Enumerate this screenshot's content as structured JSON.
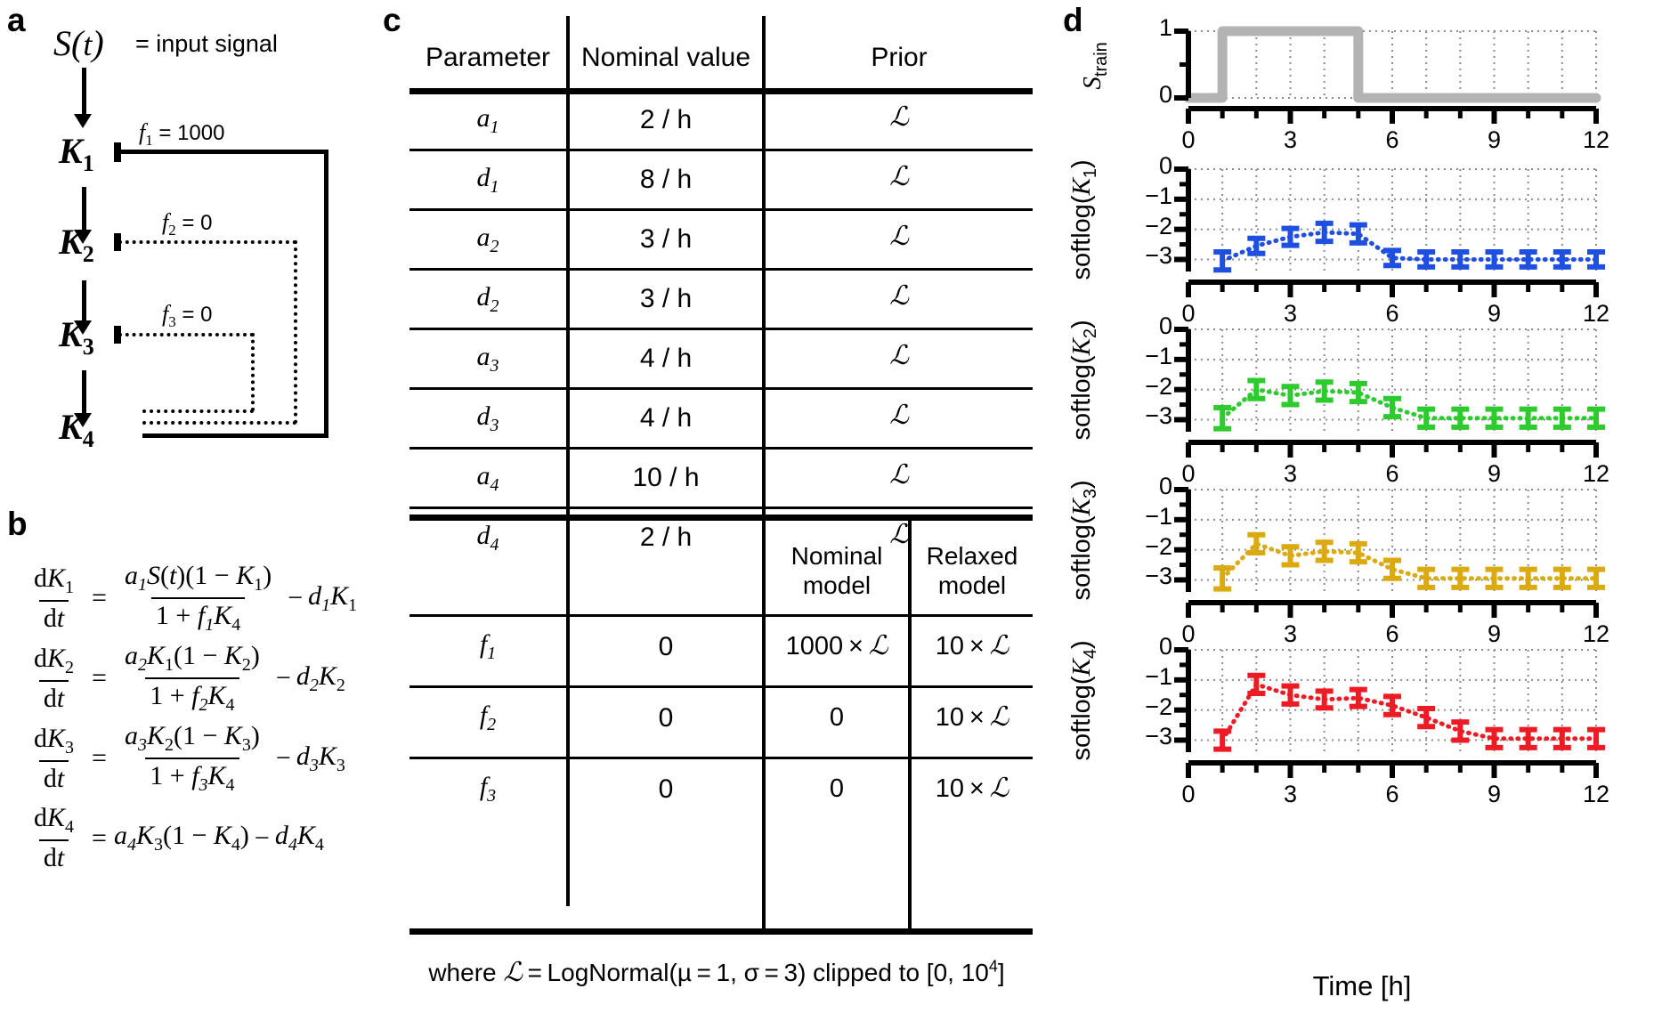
{
  "panels": {
    "a": {
      "letter": "a",
      "input_label": "= input signal",
      "input_symbol": "S(t)",
      "nodes": [
        "K1",
        "K2",
        "K3",
        "K4"
      ],
      "feedbacks": [
        {
          "name": "f1",
          "value": "1000",
          "text": "f1 = 1000"
        },
        {
          "name": "f2",
          "value": "0",
          "text": "f2 = 0"
        },
        {
          "name": "f3",
          "value": "0",
          "text": "f3 = 0"
        }
      ]
    },
    "b": {
      "letter": "b",
      "equations": [
        "dK1/dt = a1 S(t)(1 - K1) / (1 + f1 K4) - d1 K1",
        "dK2/dt = a2 K1(1 - K2) / (1 + f2 K4) - d2 K2",
        "dK3/dt = a3 K2(1 - K3) / (1 + f3 K4) - d3 K3",
        "dK4/dt = a4 K3(1 - K4) - d4 K4"
      ]
    },
    "c": {
      "letter": "c",
      "headers": [
        "Parameter",
        "Nominal value",
        "Prior"
      ],
      "sub_headers": [
        "Nominal model",
        "Relaxed model"
      ],
      "rows": [
        {
          "param": "a",
          "idx": "1",
          "nominal": "2 / h",
          "prior": "L"
        },
        {
          "param": "d",
          "idx": "1",
          "nominal": "8 / h",
          "prior": "L"
        },
        {
          "param": "a",
          "idx": "2",
          "nominal": "3 / h",
          "prior": "L"
        },
        {
          "param": "d",
          "idx": "2",
          "nominal": "3 / h",
          "prior": "L"
        },
        {
          "param": "a",
          "idx": "3",
          "nominal": "4 / h",
          "prior": "L"
        },
        {
          "param": "d",
          "idx": "3",
          "nominal": "4 / h",
          "prior": "L"
        },
        {
          "param": "a",
          "idx": "4",
          "nominal": "10 / h",
          "prior": "L"
        },
        {
          "param": "d",
          "idx": "4",
          "nominal": "2 / h",
          "prior": "L"
        }
      ],
      "f_rows": [
        {
          "param": "f",
          "idx": "1",
          "nominal": "0",
          "nominal_model": "1000 × L",
          "relaxed_model": "10 × L"
        },
        {
          "param": "f",
          "idx": "2",
          "nominal": "0",
          "nominal_model": "0",
          "relaxed_model": "10 × L"
        },
        {
          "param": "f",
          "idx": "3",
          "nominal": "0",
          "nominal_model": "0",
          "relaxed_model": "10 × L"
        }
      ],
      "caption": "where L = LogNormal(μ = 1, σ = 3) clipped to [0, 10⁴]"
    },
    "d": {
      "letter": "d",
      "xaxis_title": "Time [h]"
    }
  },
  "chart_data": [
    {
      "type": "line",
      "name": "S_train",
      "ylabel": "S_train",
      "xlabel": "",
      "xlim": [
        0,
        12
      ],
      "ylim": [
        0,
        1
      ],
      "xticks": [
        0,
        3,
        6,
        9,
        12
      ],
      "yticks": [
        0,
        1
      ],
      "minor_xticks": [
        1,
        2,
        4,
        5,
        7,
        8,
        10,
        11
      ],
      "grid": true,
      "color": "#b3b3b3",
      "x": [
        0,
        1,
        1,
        5,
        5,
        12
      ],
      "y": [
        0,
        0,
        1,
        1,
        0,
        0
      ]
    },
    {
      "type": "scatter",
      "name": "softlog(K1)",
      "ylabel": "softlog(K1)",
      "xlabel": "",
      "xlim": [
        0,
        12
      ],
      "ylim": [
        -3.4,
        0
      ],
      "xticks": [
        0,
        3,
        6,
        9,
        12
      ],
      "yticks": [
        0,
        -1,
        -2,
        -3
      ],
      "grid": true,
      "color": "#1f4fe0",
      "x": [
        1,
        2,
        3,
        4,
        5,
        6,
        7,
        8,
        9,
        10,
        11,
        12
      ],
      "y": [
        -3.05,
        -2.55,
        -2.25,
        -2.1,
        -2.15,
        -2.95,
        -3.0,
        -3.0,
        -3.0,
        -3.0,
        -3.0,
        -3.0
      ],
      "yerr": [
        0.3,
        0.25,
        0.28,
        0.3,
        0.3,
        0.25,
        0.25,
        0.25,
        0.25,
        0.25,
        0.25,
        0.25
      ]
    },
    {
      "type": "scatter",
      "name": "softlog(K2)",
      "ylabel": "softlog(K2)",
      "xlabel": "",
      "xlim": [
        0,
        12
      ],
      "ylim": [
        -3.4,
        0
      ],
      "xticks": [
        0,
        3,
        6,
        9,
        12
      ],
      "yticks": [
        0,
        -1,
        -2,
        -3
      ],
      "grid": true,
      "color": "#2ecb2e",
      "x": [
        1,
        2,
        3,
        4,
        5,
        6,
        7,
        8,
        9,
        10,
        11,
        12
      ],
      "y": [
        -2.95,
        -2.0,
        -2.2,
        -2.05,
        -2.1,
        -2.6,
        -2.95,
        -2.95,
        -2.95,
        -2.95,
        -2.95,
        -2.95
      ],
      "yerr": [
        0.35,
        0.3,
        0.3,
        0.3,
        0.3,
        0.3,
        0.3,
        0.3,
        0.3,
        0.3,
        0.3,
        0.3
      ]
    },
    {
      "type": "scatter",
      "name": "softlog(K3)",
      "ylabel": "softlog(K3)",
      "xlabel": "",
      "xlim": [
        0,
        12
      ],
      "ylim": [
        -3.4,
        0
      ],
      "xticks": [
        0,
        3,
        6,
        9,
        12
      ],
      "yticks": [
        0,
        -1,
        -2,
        -3
      ],
      "grid": true,
      "color": "#dbaa10",
      "x": [
        1,
        2,
        3,
        4,
        5,
        6,
        7,
        8,
        9,
        10,
        11,
        12
      ],
      "y": [
        -2.95,
        -1.8,
        -2.2,
        -2.05,
        -2.1,
        -2.65,
        -2.95,
        -2.95,
        -2.95,
        -2.95,
        -2.95,
        -2.95
      ],
      "yerr": [
        0.35,
        0.3,
        0.3,
        0.3,
        0.3,
        0.3,
        0.3,
        0.3,
        0.3,
        0.3,
        0.3,
        0.3
      ]
    },
    {
      "type": "scatter",
      "name": "softlog(K4)",
      "ylabel": "softlog(K4)",
      "xlabel": "Time [h]",
      "xlim": [
        0,
        12
      ],
      "ylim": [
        -3.4,
        0
      ],
      "xticks": [
        0,
        3,
        6,
        9,
        12
      ],
      "yticks": [
        0,
        -1,
        -2,
        -3
      ],
      "grid": true,
      "color": "#ed1c24",
      "x": [
        1,
        2,
        3,
        4,
        5,
        6,
        7,
        8,
        9,
        10,
        11,
        12
      ],
      "y": [
        -3.0,
        -1.15,
        -1.5,
        -1.65,
        -1.6,
        -1.85,
        -2.25,
        -2.7,
        -2.95,
        -2.95,
        -2.95,
        -2.95
      ],
      "yerr": [
        0.3,
        0.3,
        0.3,
        0.28,
        0.28,
        0.3,
        0.3,
        0.3,
        0.3,
        0.3,
        0.3,
        0.3
      ]
    }
  ]
}
